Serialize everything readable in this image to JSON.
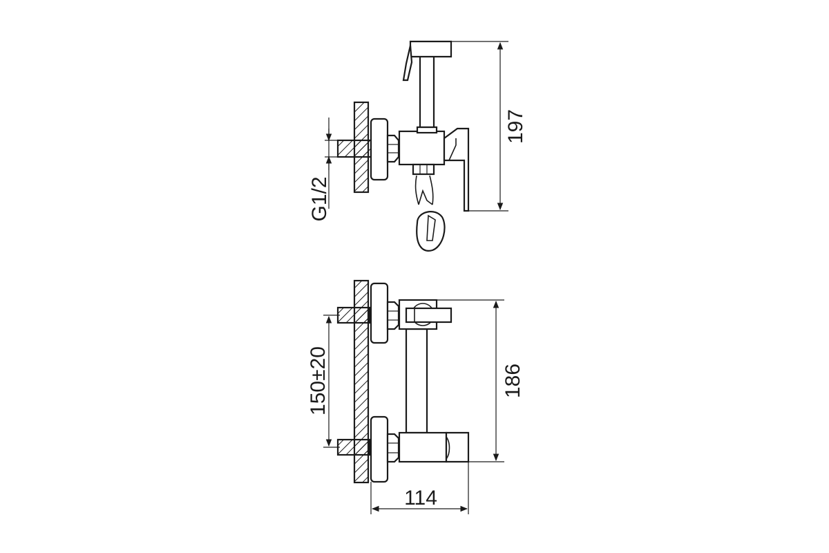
{
  "drawing": {
    "side_view": {
      "height_label": "197",
      "thread_label": "G1/2"
    },
    "front_view": {
      "height_label": "186",
      "spacing_label": "150±20",
      "depth_label": "114"
    }
  }
}
